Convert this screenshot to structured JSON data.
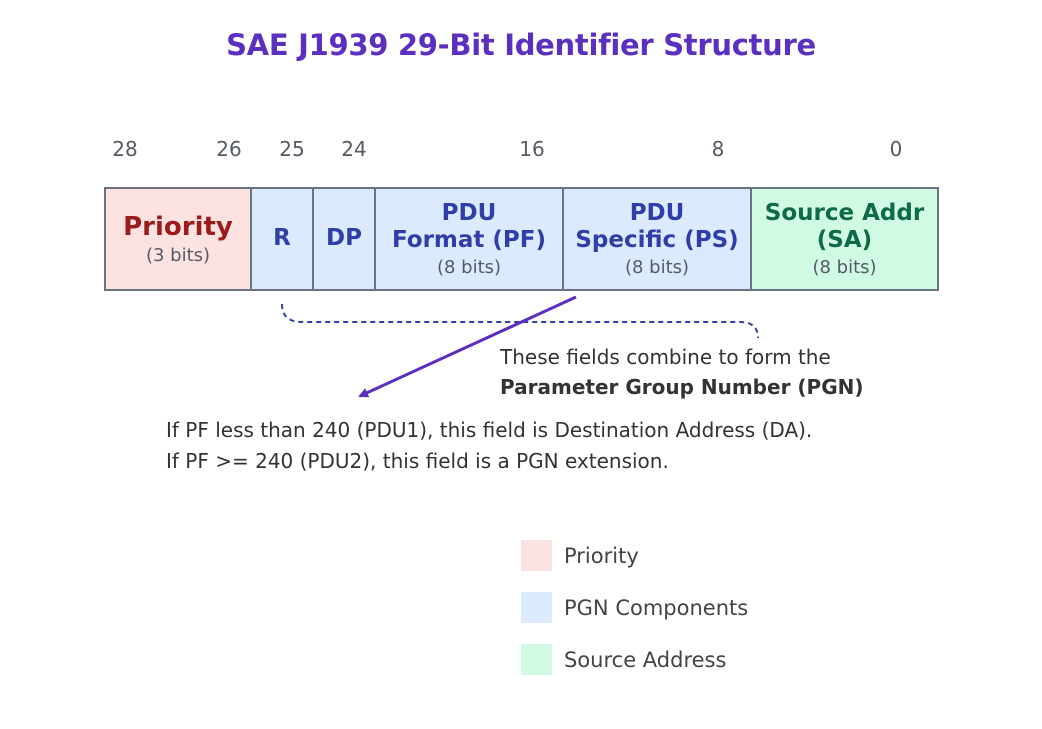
{
  "title": "SAE J1939 29-Bit Identifier Structure",
  "bit_numbers": [
    "28",
    "26",
    "25",
    "24",
    "16",
    "8",
    "0"
  ],
  "fields": [
    {
      "name": "Priority",
      "bits": "(3 bits)"
    },
    {
      "name": "R",
      "bits": ""
    },
    {
      "name": "DP",
      "bits": ""
    },
    {
      "name": "PDU\nFormat (PF)",
      "bits": "(8 bits)"
    },
    {
      "name": "PDU\nSpecific (PS)",
      "bits": "(8 bits)"
    },
    {
      "name": "Source Addr\n(SA)",
      "bits": "(8 bits)"
    }
  ],
  "pgn_note": {
    "line1": "These fields combine to form the",
    "line2": "Parameter Group Number (PGN)"
  },
  "ps_explanation": {
    "line1": "If PF less than 240 (PDU1), this field is Destination Address (DA).",
    "line2": "If PF >= 240 (PDU2), this field is a PGN extension."
  },
  "legend": [
    {
      "label": "Priority",
      "color": "#fde2e2"
    },
    {
      "label": "PGN Components",
      "color": "#dbeafe"
    },
    {
      "label": "Source Address",
      "color": "#d1fae5"
    }
  ],
  "colors": {
    "title": "#5b2fc0",
    "arrow": "#5b2fc0",
    "bracket": "#2f3ea8",
    "border": "#6b7280"
  }
}
